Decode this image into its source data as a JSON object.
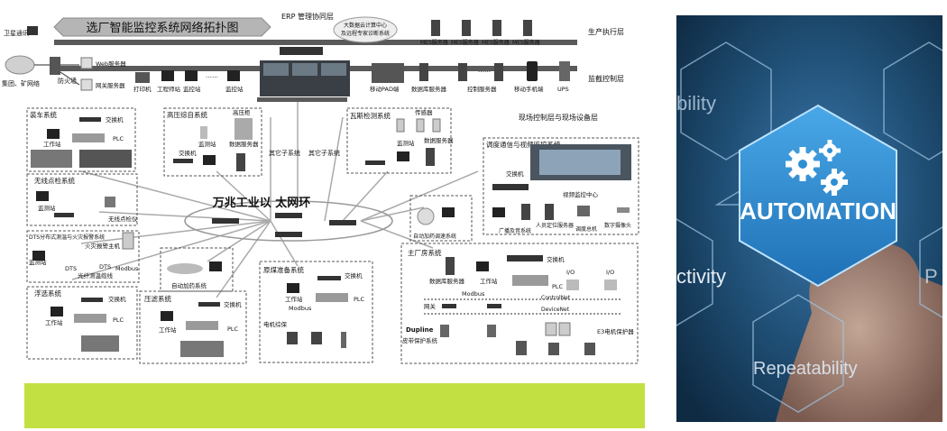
{
  "diagram": {
    "title": "选厂智能监控系统网络拓扑图",
    "layers": {
      "erp": "ERP 管理协同层",
      "production": "生产执行层",
      "monitoring": "监截控制层",
      "field": "现场控制层与现场设备层"
    },
    "top": {
      "satellite": "卫星通讯",
      "group_net": "集团、矿网络",
      "firewall": "防火墙",
      "web_server": "Web服务器",
      "gateway_server": "网关服务器",
      "printer": "打印机",
      "engineer_station": "工程师站",
      "monitor_station_1": "监控站",
      "monitor_station_2": "监控站",
      "bigdata_line1": "大数据云计算中心",
      "bigdata_line2": "及远程专家诊断系统",
      "mes_servers": [
        "MES服务器",
        "MES服务器",
        "MES服务器",
        "MES服务器"
      ],
      "mobile_pad": "移动PAD端",
      "db_server": "数据库服务器",
      "control_server": "控制服务器",
      "mobile_phone": "移动手机端",
      "ups": "UPS",
      "dots": "……"
    },
    "ring": {
      "label": "万兆工业以 太网环"
    },
    "systems": {
      "loading": {
        "title": "装车系统",
        "switch": "交换机",
        "workstation": "工作站",
        "plc": "PLC"
      },
      "hv": {
        "title": "高压综自系统",
        "hv_cabinet": "高压柜",
        "switch": "交换机",
        "monitor": "监测站",
        "data_server": "数据服务器"
      },
      "others": [
        "其它子系统",
        "其它子系统"
      ],
      "gas": {
        "title": "瓦斯检测系统",
        "sensor": "传感器",
        "monitor": "监测站",
        "data_server": "数据服务器"
      },
      "video": {
        "title": "调度通信与视频监控系统",
        "switch": "交换机",
        "center": "视频监控中心",
        "broadcast": "广播及音系统",
        "positioning": "人员定位服务器",
        "phone": "调度总机",
        "camera": "数字摄像头"
      },
      "wireless": {
        "title": "无线点检系统",
        "monitor": "监测站",
        "ap": "无线点检仪"
      },
      "dts": {
        "title": "DTS分布式测温与火灾报警系统",
        "fire_host": "火灾报警主机",
        "monitor": "监测站",
        "dts1": "DTS",
        "dts2": "DTS",
        "fiber": "光纤测温缆线",
        "modbus": "Modbus"
      },
      "dosing": {
        "title": "自动加药系统"
      },
      "auto_dosing": {
        "title": "自动加药调速系统"
      },
      "flotation": {
        "title": "浮选系统",
        "switch": "交换机",
        "workstation": "工作站",
        "plc": "PLC"
      },
      "filter": {
        "title": "压滤系统",
        "switch": "交换机",
        "workstation": "工作站",
        "plc": "PLC"
      },
      "coal": {
        "title": "原煤准备系统",
        "switch": "交换机",
        "workstation": "工作站",
        "modbus": "Modbus",
        "plc": "PLC",
        "motor": "电机综保"
      },
      "main": {
        "title": "主厂房系统",
        "switch": "交换机",
        "db_server": "数据库服务器",
        "workstation": "工作站",
        "modbus": "Modbus",
        "controlnet": "ControlNet",
        "devicenet": "DeviceNet",
        "gateway": "网关",
        "plc": "PLC",
        "io1": "I/O",
        "io2": "I/O",
        "dupline": "Dupline",
        "belt": "皮带保护系统",
        "e3": "E3电机保护器"
      }
    }
  },
  "automation_panel": {
    "word_top": "bility",
    "word_main": "AUTOMATION",
    "word_left": "ctivity",
    "word_bottom": "Repeatability",
    "word_right_edge": "P",
    "icon": "gears-icon",
    "colors": {
      "dark": "#1f4e74",
      "hex_highlight": "#2f8fd3",
      "band": "#c3e043"
    }
  }
}
